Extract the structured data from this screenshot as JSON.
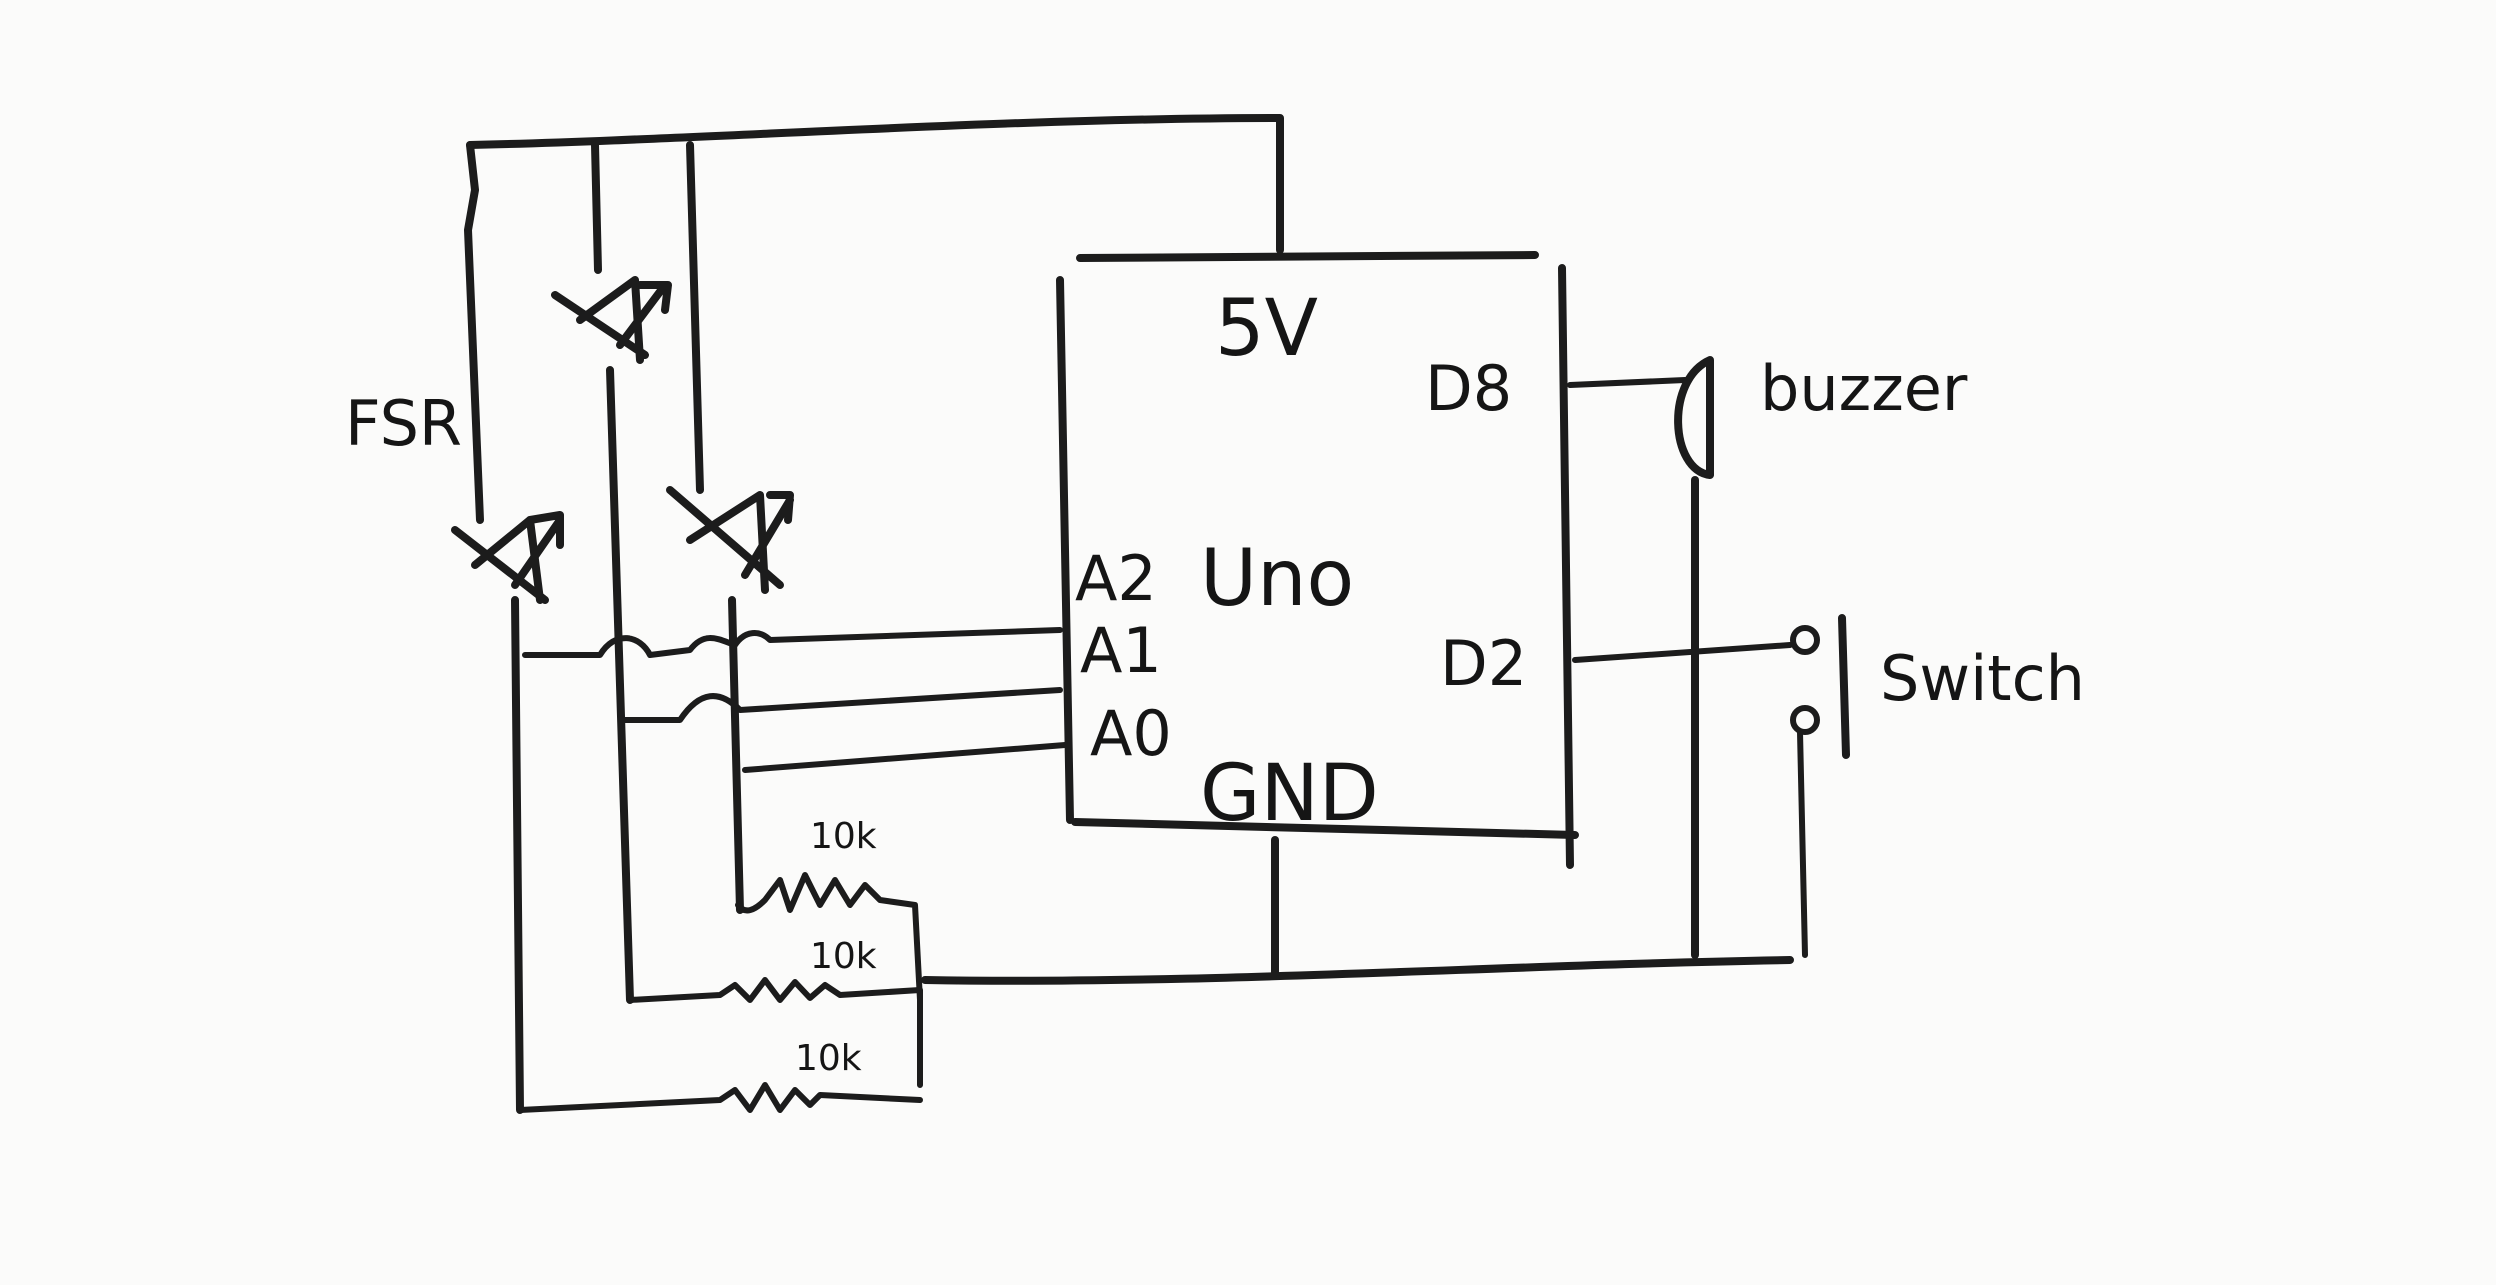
{
  "diagram": {
    "microcontroller": {
      "name": "Uno",
      "pins": {
        "power": "5V",
        "ground": "GND",
        "analog_0": "A0",
        "analog_1": "A1",
        "analog_2": "A2",
        "digital_8": "D8",
        "digital_2": "D2"
      }
    },
    "sensor_label": "FSR",
    "resistors": [
      "10k",
      "10k",
      "10k"
    ],
    "buzzer_label": "buzzer",
    "switch_label": "Switch"
  }
}
